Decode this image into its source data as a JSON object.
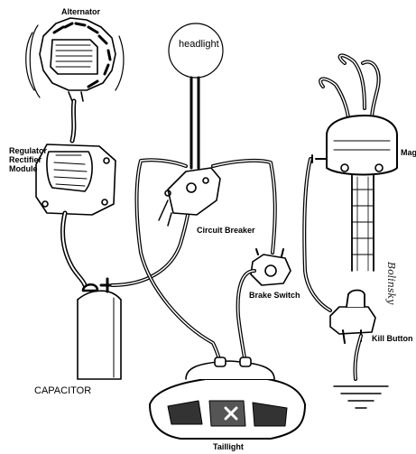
{
  "diagram": {
    "components": {
      "alternator": "Alternator",
      "regulator": "Regulator\nRectifier\nModule",
      "headlight": "headlight",
      "circuit_breaker": "Circuit Breaker",
      "brake_switch": "Brake Switch",
      "mag": "Mag",
      "kill_button": "Kill Button",
      "capacitor": "CAPACITOR",
      "taillight": "Taillight",
      "signature": "Bolinsky"
    },
    "colors": {
      "ink": "#000000",
      "paper": "#ffffff",
      "hatch": "#555555"
    }
  }
}
